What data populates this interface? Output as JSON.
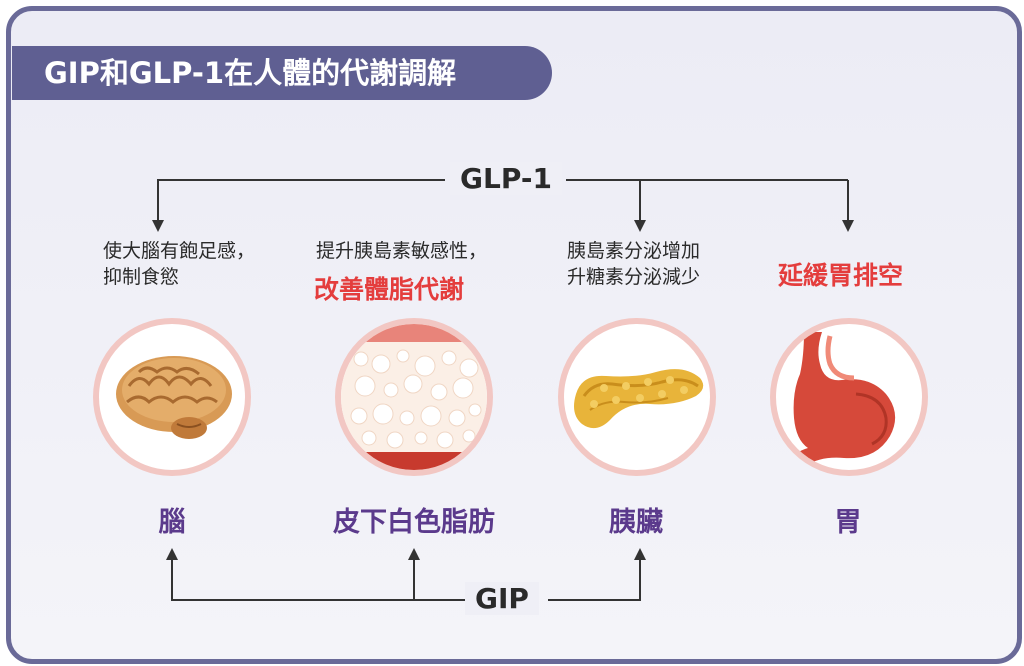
{
  "title": "GIP和GLP-1在人體的代謝調解",
  "hormones": {
    "glp1": "GLP-1",
    "gip": "GIP"
  },
  "targets": [
    {
      "organ": "腦",
      "effect_lines": [
        "使大腦有飽足感，",
        "抑制食慾"
      ],
      "effect_highlight": ""
    },
    {
      "organ": "皮下白色脂肪",
      "effect_lines": [
        "提升胰島素敏感性，"
      ],
      "effect_highlight": "改善體脂代謝"
    },
    {
      "organ": "胰臟",
      "effect_lines": [
        "胰島素分泌增加",
        "升糖素分泌減少"
      ],
      "effect_highlight": ""
    },
    {
      "organ": "胃",
      "effect_lines": [],
      "effect_highlight": "延緩胃排空"
    }
  ],
  "colors": {
    "frame": "#6a6a98",
    "title_bg": "#5f5f92",
    "highlight_text": "#e43d3d",
    "organ_label": "#5b3a8c",
    "circle_ring": "#f2c7c3"
  }
}
